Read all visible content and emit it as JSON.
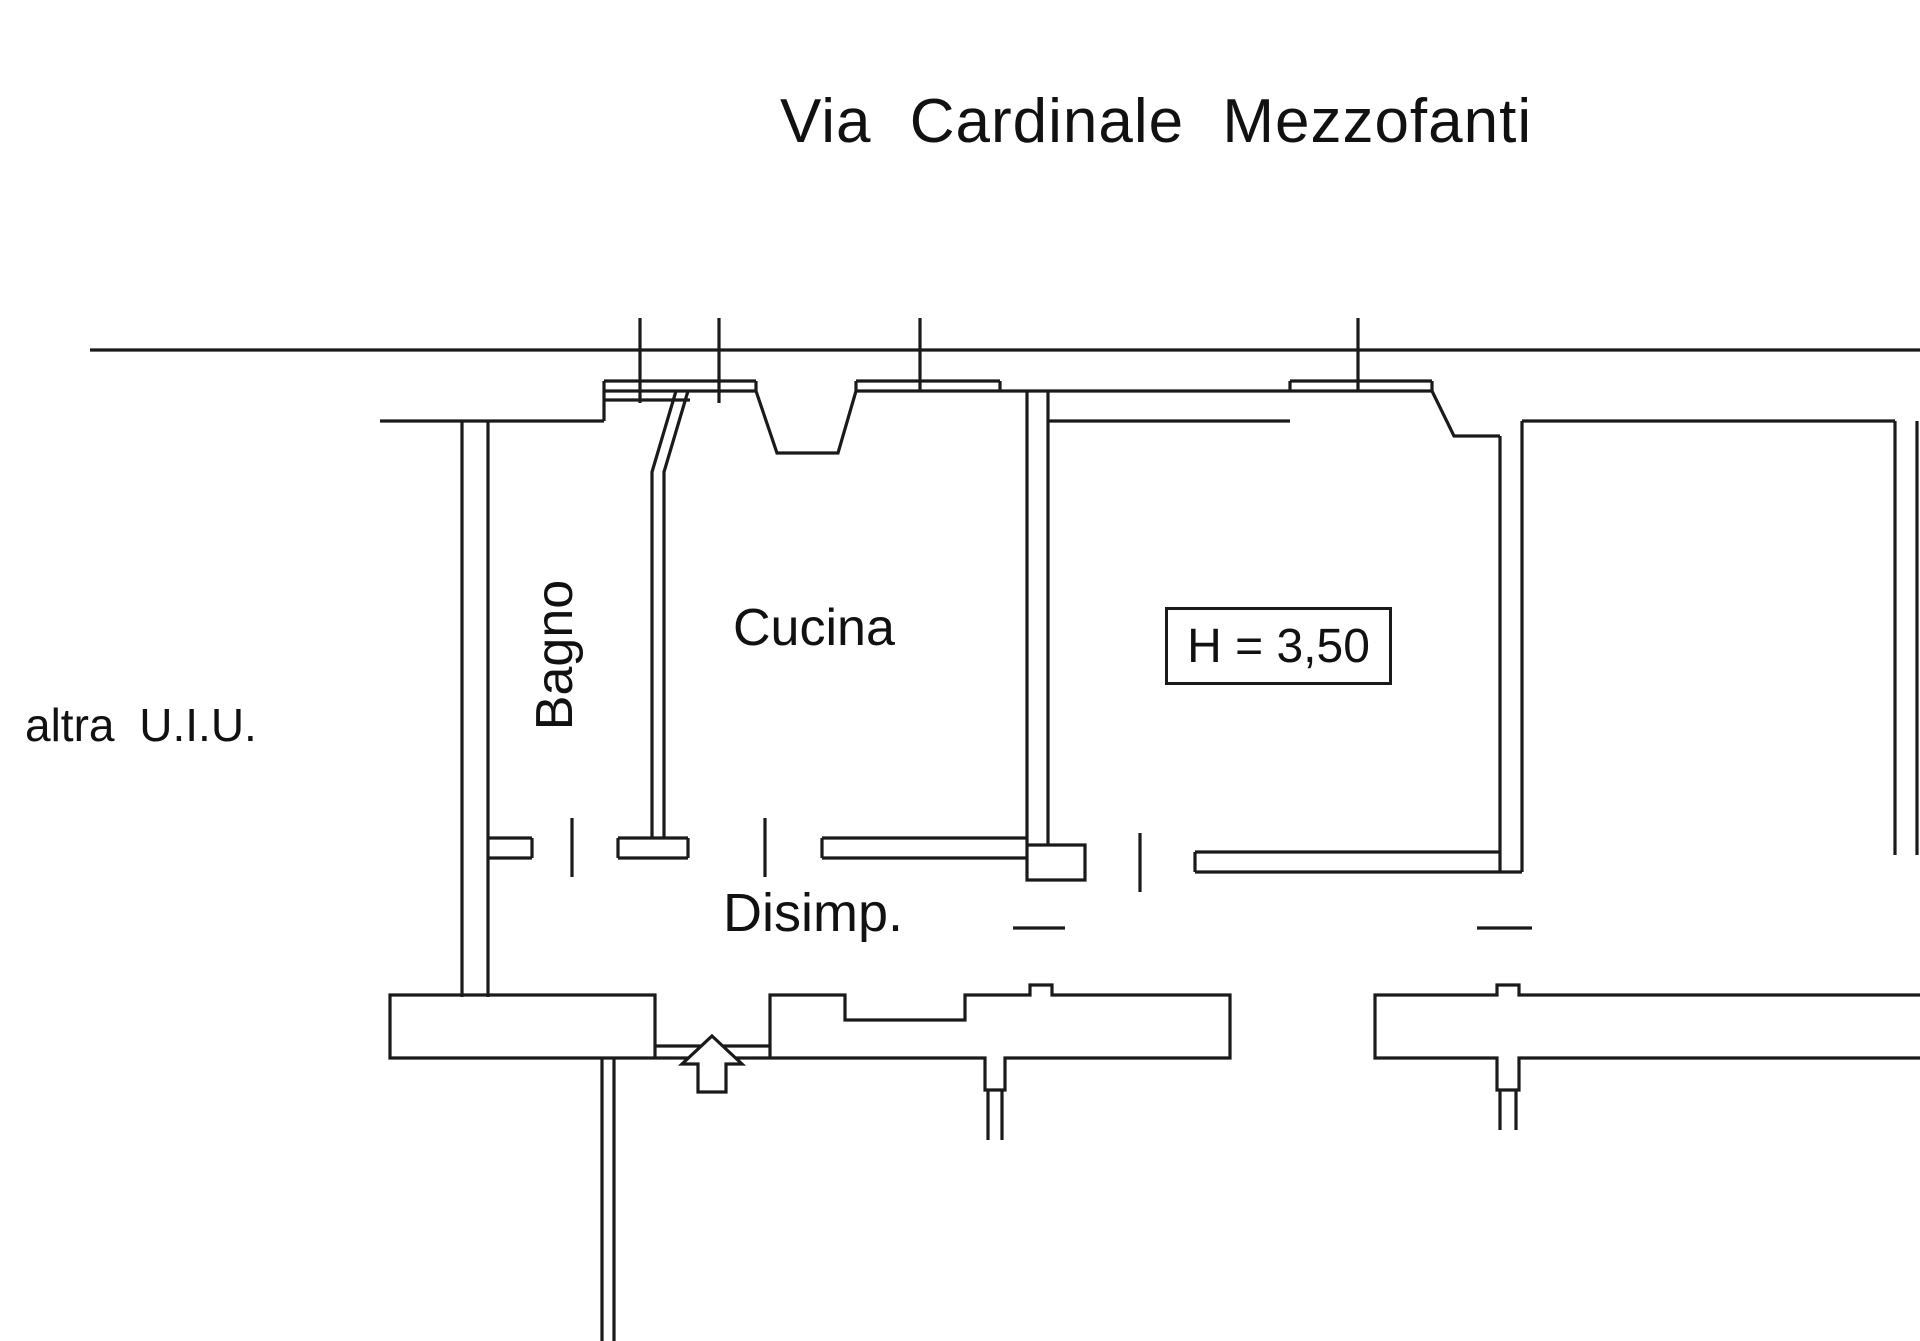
{
  "plan": {
    "street_name": "Via Cardinale Mezzofanti",
    "labels": {
      "adjacent_unit": "altra U.I.U.",
      "bathroom": "Bagno",
      "kitchen": "Cucina",
      "hallway": "Disimp.",
      "ceiling_height": "H = 3,50"
    },
    "colors": {
      "line": "#1a1a1a",
      "background": "#ffffff"
    }
  }
}
